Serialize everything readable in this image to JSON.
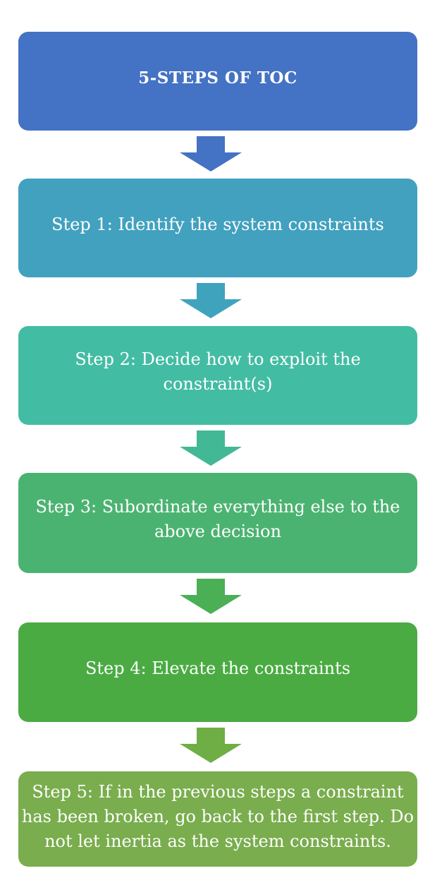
{
  "flowchart": {
    "background_color": "#FFFFFF",
    "text_color": "#FFFFFF",
    "nodes": [
      {
        "id": "title",
        "text": "5-STEPS OF TOC",
        "lines": [
          "5-STEPS OF TOC"
        ],
        "color": "#4472C4"
      },
      {
        "id": "step-1",
        "text": "Step 1: Identify the system constraints",
        "lines": [
          "Step 1: Identify the system constraints"
        ],
        "color": "#41A1BF"
      },
      {
        "id": "step-2",
        "text": "Step 2: Decide how to exploit the constraint(s)",
        "lines": [
          "Step 2: Decide how to exploit the",
          "constraint(s)"
        ],
        "color": "#43BCA4"
      },
      {
        "id": "step-3",
        "text": "Step 3: Subordinate everything else to the above decision",
        "lines": [
          "Step 3: Subordinate everything else to the",
          "above decision"
        ],
        "color": "#4BB371"
      },
      {
        "id": "step-4",
        "text": "Step 4: Elevate the constraints",
        "lines": [
          "Step 4: Elevate the constraints"
        ],
        "color": "#4AAB42"
      },
      {
        "id": "step-5",
        "text": "Step 5: If in the previous steps a constraint has been broken, go back to the first step. Do not let inertia as the system constraints.",
        "lines": [
          "Step 5: If in the previous steps a constraint",
          "has been broken, go back to the first step. Do",
          "not let inertia as the system constraints."
        ],
        "color": "#79AD4D"
      }
    ],
    "arrows": [
      {
        "id": "arrow-1",
        "direction": "down",
        "color": "#4472C4"
      },
      {
        "id": "arrow-2",
        "direction": "down",
        "color": "#40A3BD"
      },
      {
        "id": "arrow-3",
        "direction": "down",
        "color": "#42B894"
      },
      {
        "id": "arrow-4",
        "direction": "down",
        "color": "#4AAF55"
      },
      {
        "id": "arrow-5",
        "direction": "down",
        "color": "#6FAE45"
      }
    ]
  }
}
